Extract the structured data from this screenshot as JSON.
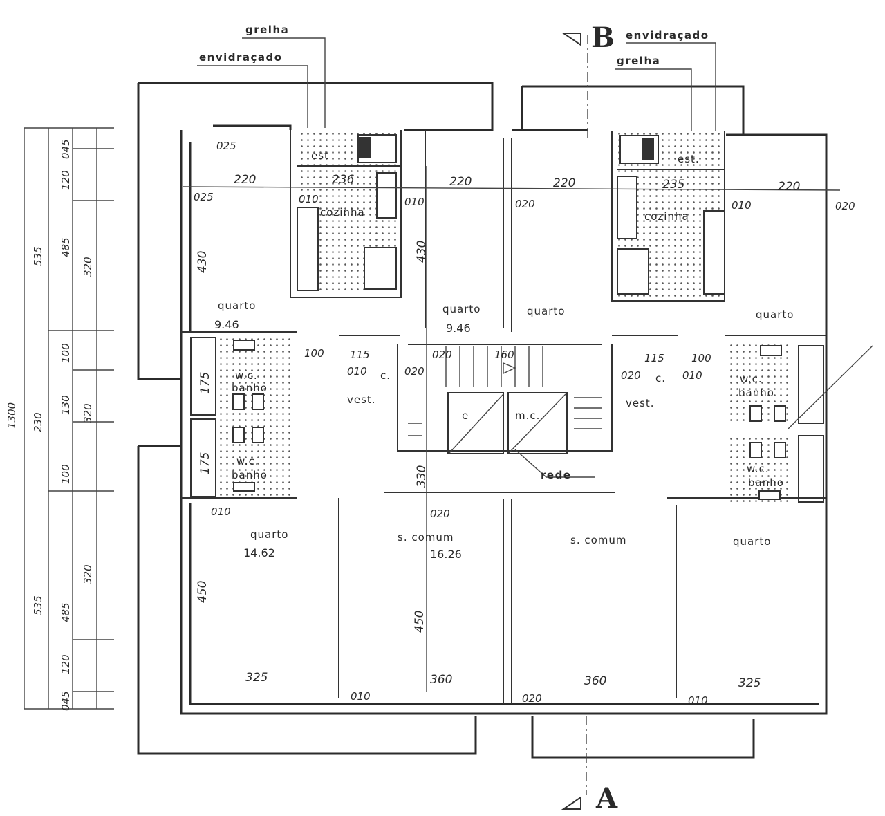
{
  "section_markers": {
    "top": "B",
    "bottom": "A"
  },
  "annotations": {
    "grelha_left": "grelha",
    "envidracado_left": "envidraçado",
    "grelha_right": "grelha",
    "envidracado_right": "envidraçado",
    "rede": "rede"
  },
  "rooms": {
    "quarto_tl": "quarto",
    "quarto_tl_area": "9.46",
    "quarto_tc": "quarto",
    "quarto_tc_area": "9.46",
    "quarto_tcr": "quarto",
    "quarto_tr": "quarto",
    "cozinha_l": "cozinha",
    "cozinha_r": "cozinha",
    "est_l": "est",
    "est_r": "est.",
    "wc_l1": "w.c.",
    "banho_l1": "banho",
    "wc_l2": "w.c.",
    "banho_l2": "banho",
    "wc_r1": "w.c.",
    "banho_r1": "banho",
    "wc_r2": "w.c.",
    "banho_r2": "banho",
    "vest_l": "vest.",
    "vest_r": "vest.",
    "c_l": "c.",
    "c_r": "c.",
    "elev": "e",
    "mc": "m.c.",
    "quarto_bl": "quarto",
    "quarto_bl_area": "14.62",
    "scomum_l": "s. comum",
    "scomum_l_area": "16.26",
    "scomum_r": "s. comum",
    "quarto_br": "quarto"
  },
  "dimensions": {
    "top_220_a": "220",
    "top_236": "236",
    "top_220_b": "220",
    "top_220_c": "220",
    "top_235": "235",
    "top_220_d": "220",
    "d025_a": "025",
    "d025_b": "025",
    "d010_a": "010",
    "d010_b": "010",
    "d020_a": "020",
    "d010_c": "010",
    "d020_b": "020",
    "v430_a": "430",
    "v430_b": "430",
    "mid_100_l": "100",
    "mid_115_l": "115",
    "mid_010_l": "010",
    "mid_020_l": "020",
    "mid_020_c": "020",
    "mid_160": "160",
    "mid_115_r": "115",
    "mid_100_r": "100",
    "mid_020_r": "020",
    "mid_010_r": "010",
    "v175_a": "175",
    "v175_b": "175",
    "v330": "330",
    "low_010": "010",
    "low_020": "020",
    "v450_a": "450",
    "v450_b": "450",
    "bot_325_a": "325",
    "bot_360_a": "360",
    "bot_360_b": "360",
    "bot_325_b": "325",
    "bot_010_a": "010",
    "bot_020": "020",
    "bot_010_b": "010",
    "chain_total": "1300",
    "chain_535_a": "535",
    "chain_230": "230",
    "chain_535_b": "535",
    "chain_045_a": "045",
    "chain_120_a": "120",
    "chain_485_a": "485",
    "chain_100_a": "100",
    "chain_130": "130",
    "chain_100_b": "100",
    "chain_485_b": "485",
    "chain_120_b": "120",
    "chain_045_b": "045",
    "chain_320_a": "320",
    "chain_320_b": "320",
    "chain_320_c": "320"
  }
}
